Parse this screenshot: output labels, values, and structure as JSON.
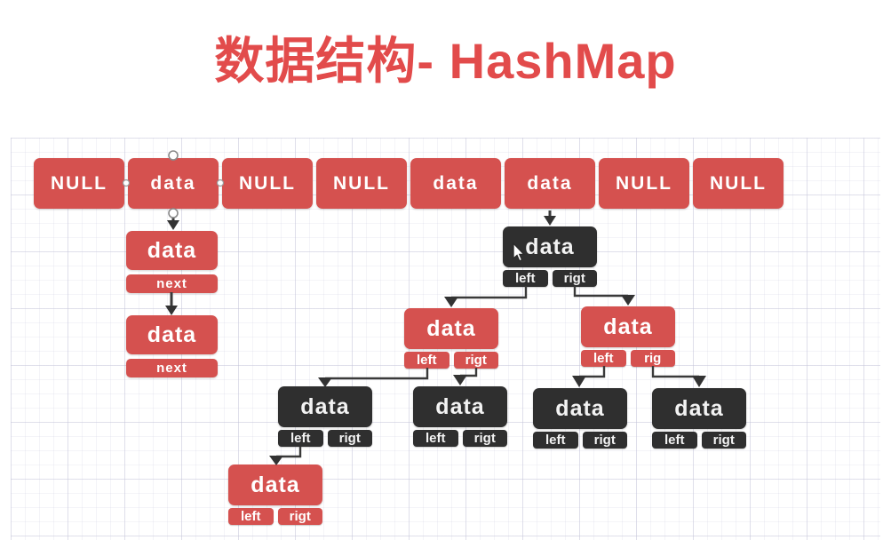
{
  "title": "数据结构- HashMap",
  "colors": {
    "title_red": "#e24b4b",
    "node_red": "#d5514f",
    "node_dark": "#2f2f2f",
    "connector": "#3a3a3a",
    "grid_line": "#e4e4ee",
    "background": "#ffffff"
  },
  "array": {
    "cells": [
      "NULL",
      "data",
      "NULL",
      "NULL",
      "data",
      "data",
      "NULL",
      "NULL"
    ],
    "selected_index": 1
  },
  "linked_list": {
    "nodes": [
      {
        "data": "data",
        "next": "next"
      },
      {
        "data": "data",
        "next": "next"
      }
    ]
  },
  "tree": {
    "nodes": [
      {
        "data": "data",
        "left": "left",
        "right": "rigt"
      },
      {
        "data": "data",
        "left": "left",
        "right": "rigt"
      },
      {
        "data": "data",
        "left": "left",
        "right": "rig"
      },
      {
        "data": "data",
        "left": "left",
        "right": "rigt"
      },
      {
        "data": "data",
        "left": "left",
        "right": "rigt"
      },
      {
        "data": "data",
        "left": "left",
        "right": "rigt"
      },
      {
        "data": "data",
        "left": "left",
        "right": "rigt"
      },
      {
        "data": "data",
        "left": "left",
        "right": "rigt"
      }
    ]
  }
}
